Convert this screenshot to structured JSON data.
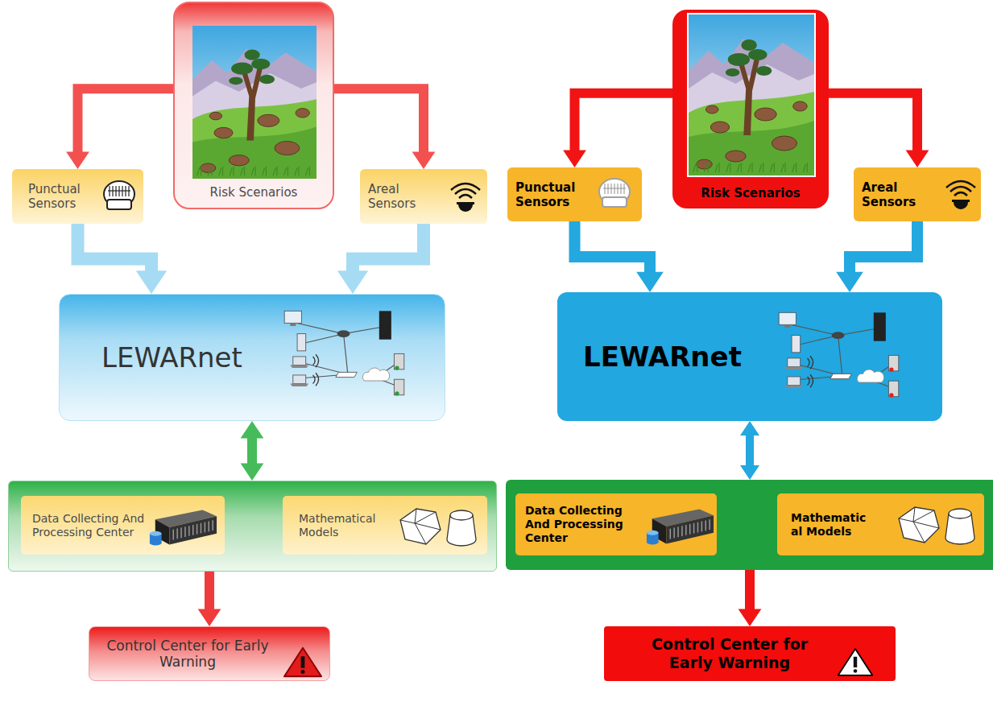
{
  "diagram": {
    "nodes": [
      {
        "text": [
          "Risk Scenarios"
        ]
      },
      {
        "text": [
          "Punctual Sensors"
        ]
      },
      {
        "text": [
          "Areal Sensors"
        ]
      },
      {
        "text": [
          "LEWARnet"
        ]
      },
      {
        "text": []
      },
      {
        "text": [
          "Data Collecting And Processing Center"
        ],
        "in": 4
      },
      {
        "text": [
          "Mathematical Models"
        ],
        "in": 4
      },
      {
        "text": [
          "Control Center for Early Warning"
        ]
      },
      {
        "text": [
          "Risk Scenarios"
        ]
      },
      {
        "text": [
          "Punctual Sensors"
        ]
      },
      {
        "text": [
          "Areal Sensors"
        ]
      },
      {
        "text": [
          "LEWARnet"
        ]
      },
      {
        "text": []
      },
      {
        "text": [
          "Data Collecting And Processing Center"
        ],
        "in": 12
      },
      {
        "text": [
          "Mathematic al Models"
        ],
        "in": 12
      },
      {
        "text": [
          "Control Center for Early Warning"
        ]
      }
    ],
    "edges": [
      {
        "from": 0,
        "to": 1,
        "arrow": "to"
      },
      {
        "from": 0,
        "to": 2,
        "arrow": "to"
      },
      {
        "from": 1,
        "to": 3,
        "arrow": "to"
      },
      {
        "from": 2,
        "to": 3,
        "arrow": "to"
      },
      {
        "from": 3,
        "to": 4,
        "arrow": "both"
      },
      {
        "from": 5,
        "to": 6,
        "arrow": "both"
      },
      {
        "from": 4,
        "to": 7,
        "arrow": "to"
      },
      {
        "from": 8,
        "to": 9,
        "arrow": "to"
      },
      {
        "from": 8,
        "to": 10,
        "arrow": "to"
      },
      {
        "from": 9,
        "to": 11,
        "arrow": "to"
      },
      {
        "from": 10,
        "to": 11,
        "arrow": "to"
      },
      {
        "from": 11,
        "to": 12,
        "arrow": "both"
      },
      {
        "from": 13,
        "to": 14,
        "arrow": "both"
      },
      {
        "from": 12,
        "to": 15,
        "arrow": "to"
      }
    ]
  }
}
